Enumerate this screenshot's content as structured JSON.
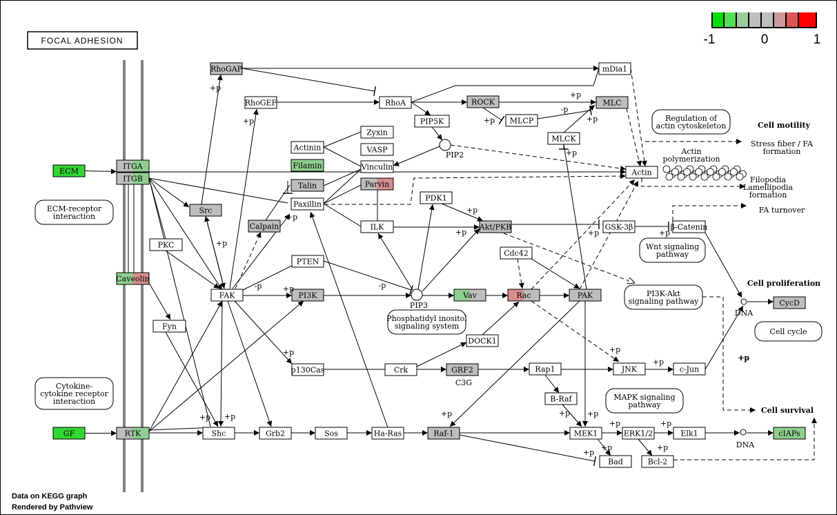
{
  "title": "FOCAL ADHESION",
  "legend": {
    "ticks": [
      "-1",
      "0",
      "1"
    ]
  },
  "footer": {
    "line1": "Data on KEGG graph",
    "line2": "Rendered by Pathview"
  },
  "nodes": {
    "ecm": "ECM",
    "itga": "ITGA",
    "itgb": "ITGB",
    "gf": "GF",
    "rtk": "RTK",
    "caveolin": "Caveolin",
    "rhogap": "RhoGAP",
    "rhogef": "RhoGEF",
    "rhoa": "RhoA",
    "rock": "ROCK",
    "mlc": "MLC",
    "mdia1": "mDia1",
    "pip5k": "PIP5K",
    "mlcp": "MLCP",
    "mlck": "MLCK",
    "actinin": "Actinin",
    "zyxin": "Zyxin",
    "vasp": "VASP",
    "filamin": "Filamin",
    "vinculin": "Vinculin",
    "talin": "Talin",
    "parvin": "Parvin",
    "paxillin": "Paxillin",
    "src": "Src",
    "calpain": "Calpain",
    "pkc": "PKC",
    "ilk": "ILK",
    "pdk1": "PDK1",
    "akt": "Akt/PKB",
    "gsk3b": "GSK-3β",
    "bcatenin": "β-Catenin",
    "actin": "Actin",
    "cdc42": "Cdc42",
    "pten": "PTEN",
    "fak": "FAK",
    "pi3k": "PI3K",
    "vav": "Vav",
    "rac": "Rac",
    "pak": "PAK",
    "fyn": "Fyn",
    "dock1": "DOCK1",
    "p130cas": "p130Cas",
    "crk": "Crk",
    "grf2": "GRF2",
    "rap1": "Rap1",
    "jnk": "JNK",
    "cjun": "c-Jun",
    "braf": "B-Raf",
    "shc": "Shc",
    "grb2": "Grb2",
    "sos": "Sos",
    "hras": "Ha-Ras",
    "raf1": "Raf-1",
    "mek1": "MEK1",
    "erk12": "ERK1/2",
    "elk1": "Elk1",
    "bad": "Bad",
    "bcl2": "Bcl-2",
    "cycd": "CycD",
    "ciaps": "cIAPs"
  },
  "maps": {
    "ecm_receptor": [
      "ECM-receptor",
      "interaction"
    ],
    "cytokine": [
      "Cytokine-",
      "cytokine receptor",
      "interaction"
    ],
    "regulation_actin": [
      "Regulation of",
      "actin cytoskeleton"
    ],
    "wnt": [
      "Wnt signaling",
      "pathway"
    ],
    "pi3k_akt": [
      "PI3K-Akt",
      "signaling pathway"
    ],
    "phosphatidylinositol": [
      "Phosphatidyl inositol",
      "signaling system"
    ],
    "cell_cycle": [
      "Cell cycle"
    ],
    "mapk": [
      "MAPK signaling",
      "pathway"
    ]
  },
  "labels": {
    "cell_motility": "Cell motility",
    "stress_fiber": [
      "Stress fiber / FA",
      "formation"
    ],
    "actin_polymerization": [
      "Actin",
      "polymerization"
    ],
    "filopodia": [
      "Filopodia",
      "Lamellipodia",
      "formation"
    ],
    "fa_turnover": "FA turnover",
    "cell_proliferation": "Cell proliferation",
    "cell_survival": "Cell survival",
    "dna": "DNA",
    "pip2": "PIP2",
    "pip3": "PIP3",
    "c3g": "C3G",
    "plus_p": "+p",
    "minus_p": "-p"
  },
  "colors": {
    "green": "#33d633",
    "light_green": "#8fce8f",
    "gray": "#bebebe",
    "pink": "#d38d8d",
    "red": "#ff1a1a",
    "line": "#000000"
  }
}
